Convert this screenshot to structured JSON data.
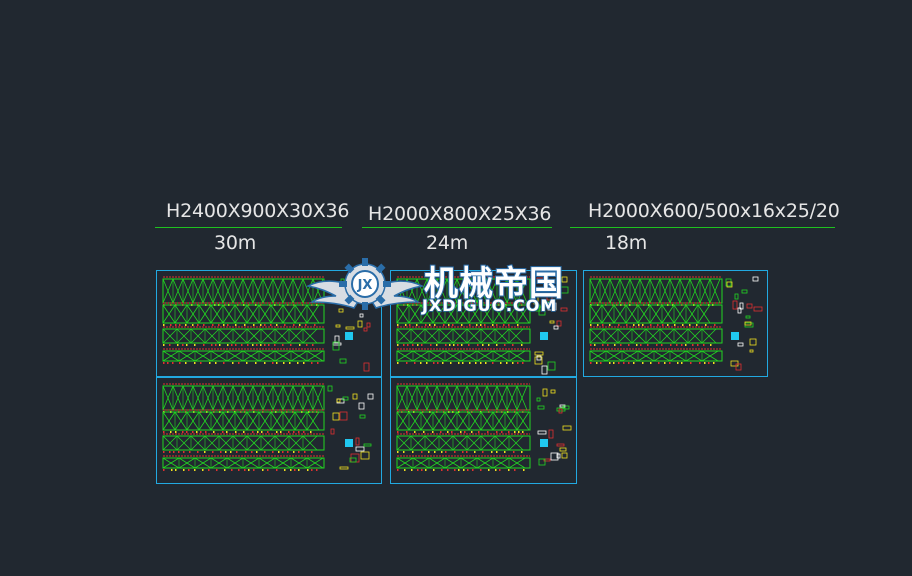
{
  "drawing": {
    "background": "#212830",
    "groups": [
      {
        "spec": "H2400X900X30X36",
        "length": "30m"
      },
      {
        "spec": "H2000X800X25X36",
        "length": "24m"
      },
      {
        "spec": "H2000X600/500x16x25/20",
        "length": "18m"
      }
    ],
    "colors": {
      "frame": "#22a9e0",
      "underline": "#1fc11f",
      "member": "#22d622",
      "dimension": "#e03030",
      "detail": "#f0e020"
    }
  },
  "watermark": {
    "title": "机械帝国",
    "site": "JXDIGUO.COM",
    "emblem_text": "JX",
    "icon": "winged-gear-icon"
  }
}
